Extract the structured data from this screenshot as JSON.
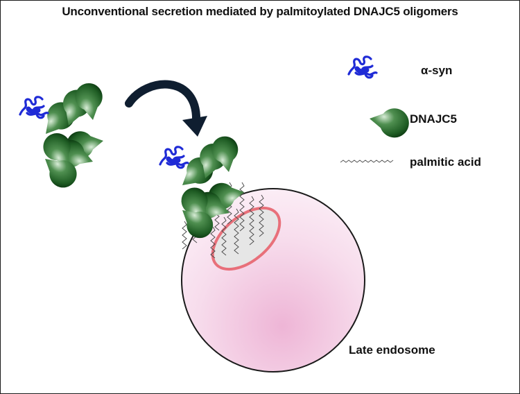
{
  "title": "Unconventional secretion mediated by palmitoylated DNAJC5 oligomers",
  "legend": {
    "asyn": {
      "label": "α-syn",
      "icon": "alpha-synuclein-icon",
      "color": "#1f2bd6"
    },
    "dnajc5": {
      "label": "DNAJC5",
      "icon": "pacman-sphere-icon",
      "color": "#1e5a22"
    },
    "palmitic": {
      "label": "palmitic acid",
      "icon": "zigzag-chain-icon",
      "color": "#555555"
    }
  },
  "endosome": {
    "label": "Late endosome",
    "fill": "#f3d3e6",
    "ring_color": "#e8707a"
  }
}
